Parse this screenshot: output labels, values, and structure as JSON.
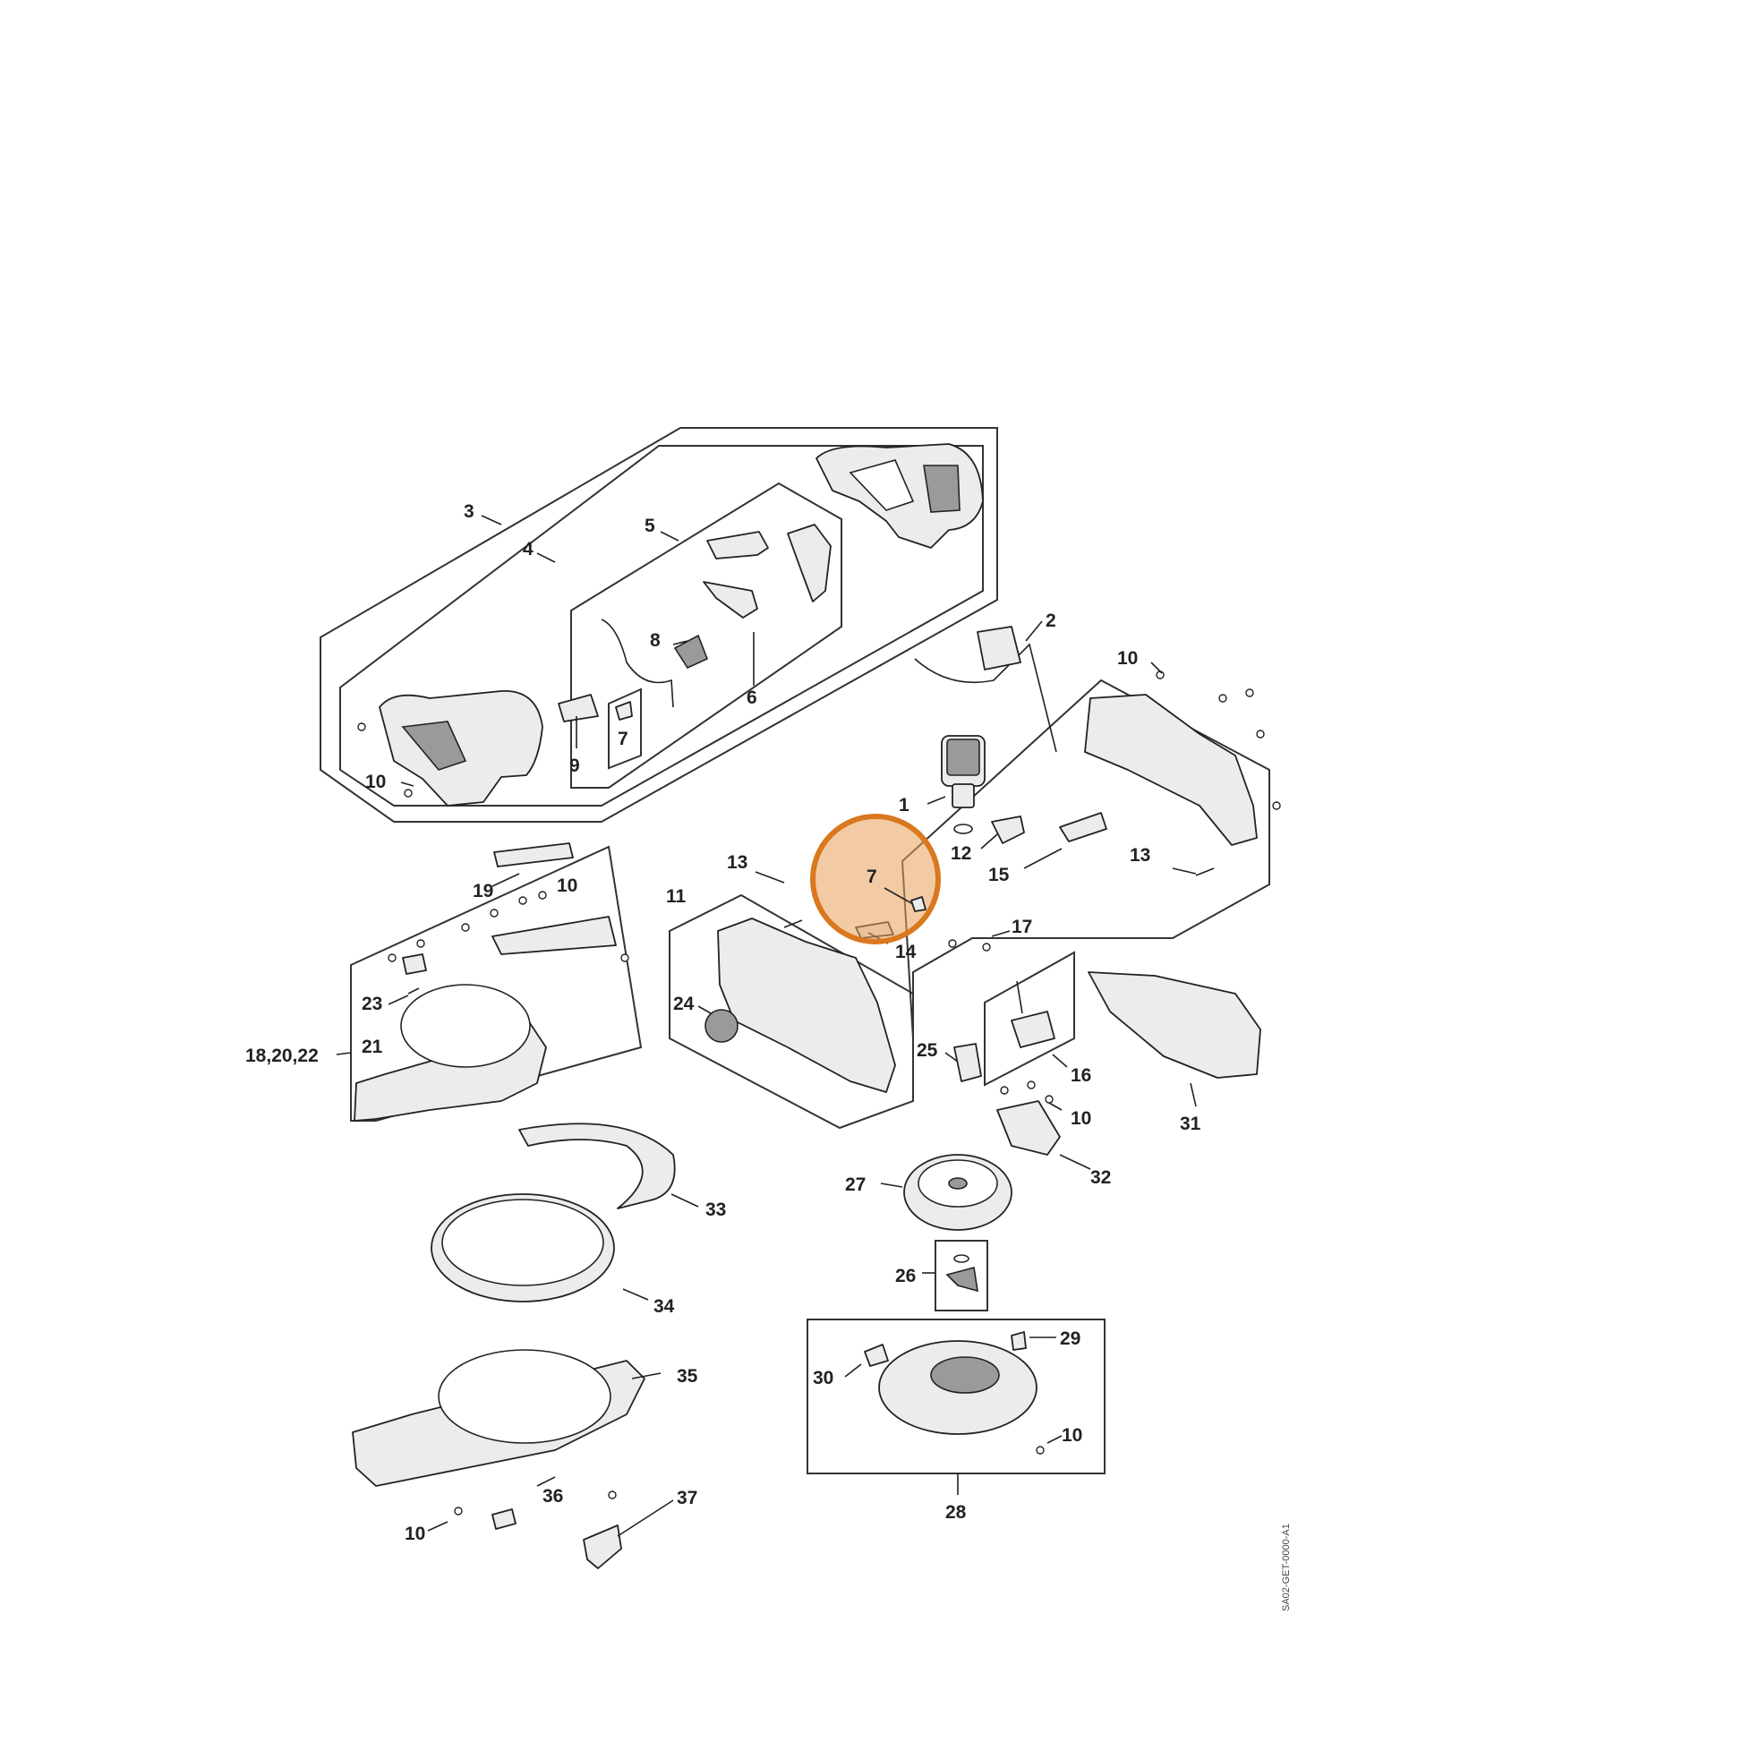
{
  "figure_code": "SA02-GET-0000-A1",
  "highlight": {
    "label": "7",
    "fill": "#e8a05a",
    "stroke": "#d9781e"
  },
  "callouts": {
    "c1": "1",
    "c2": "2",
    "c3": "3",
    "c4": "4",
    "c5": "5",
    "c6": "6",
    "c7a": "7",
    "c7b": "7",
    "c8": "8",
    "c9": "9",
    "c10a": "10",
    "c10b": "10",
    "c10c": "10",
    "c10d": "10",
    "c10e": "10",
    "c10f": "10",
    "c11": "11",
    "c12": "12",
    "c13a": "13",
    "c13b": "13",
    "c14": "14",
    "c15": "15",
    "c16": "16",
    "c17": "17",
    "c18": "18,20,22",
    "c19": "19",
    "c21": "21",
    "c23": "23",
    "c24": "24",
    "c25": "25",
    "c26": "26",
    "c27": "27",
    "c28": "28",
    "c29": "29",
    "c30": "30",
    "c31": "31",
    "c32": "32",
    "c33": "33",
    "c34": "34",
    "c35": "35",
    "c36": "36",
    "c37": "37"
  },
  "icons": {
    "handle_housing": "handle-housing-icon",
    "motor": "motor-icon",
    "fan_wheel": "fan-wheel-icon",
    "volute": "volute-housing-icon",
    "nozzle": "nozzle-icon"
  }
}
